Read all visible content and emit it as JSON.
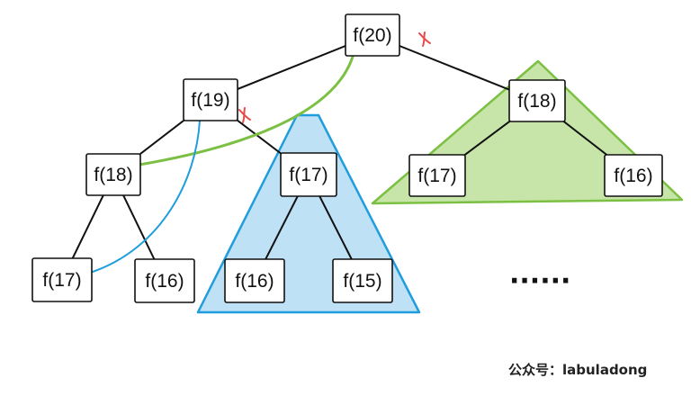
{
  "diagram": {
    "colors": {
      "background": "#ffffff",
      "node_border": "#111111",
      "edge": "#111111",
      "memo_highlight_green": "#c7e5a8",
      "memo_stroke_green": "#7cc043",
      "memo_highlight_blue": "#bfe1f5",
      "memo_stroke_blue": "#1f9ddc",
      "cut_mark": "#e84a4a"
    },
    "nodes": [
      {
        "id": "n20",
        "label": "f(20)"
      },
      {
        "id": "n19",
        "label": "f(19)"
      },
      {
        "id": "n18a",
        "label": "f(18)"
      },
      {
        "id": "n18b",
        "label": "f(18)"
      },
      {
        "id": "n17a",
        "label": "f(17)"
      },
      {
        "id": "n16a",
        "label": "f(16)"
      },
      {
        "id": "n17b",
        "label": "f(17)"
      },
      {
        "id": "n16b",
        "label": "f(16)"
      },
      {
        "id": "n15",
        "label": "f(15)"
      },
      {
        "id": "n17c",
        "label": "f(17)"
      },
      {
        "id": "n16c",
        "label": "f(16)"
      }
    ],
    "edges": [
      [
        "n20",
        "n19"
      ],
      [
        "n20",
        "n18b"
      ],
      [
        "n19",
        "n18a"
      ],
      [
        "n19",
        "n17b"
      ],
      [
        "n18a",
        "n17a"
      ],
      [
        "n18a",
        "n16a"
      ],
      [
        "n17b",
        "n16b"
      ],
      [
        "n17b",
        "n15"
      ],
      [
        "n18b",
        "n17c"
      ],
      [
        "n18b",
        "n16c"
      ]
    ],
    "ellipsis": "······",
    "watermark": "公众号：labuladong"
  }
}
